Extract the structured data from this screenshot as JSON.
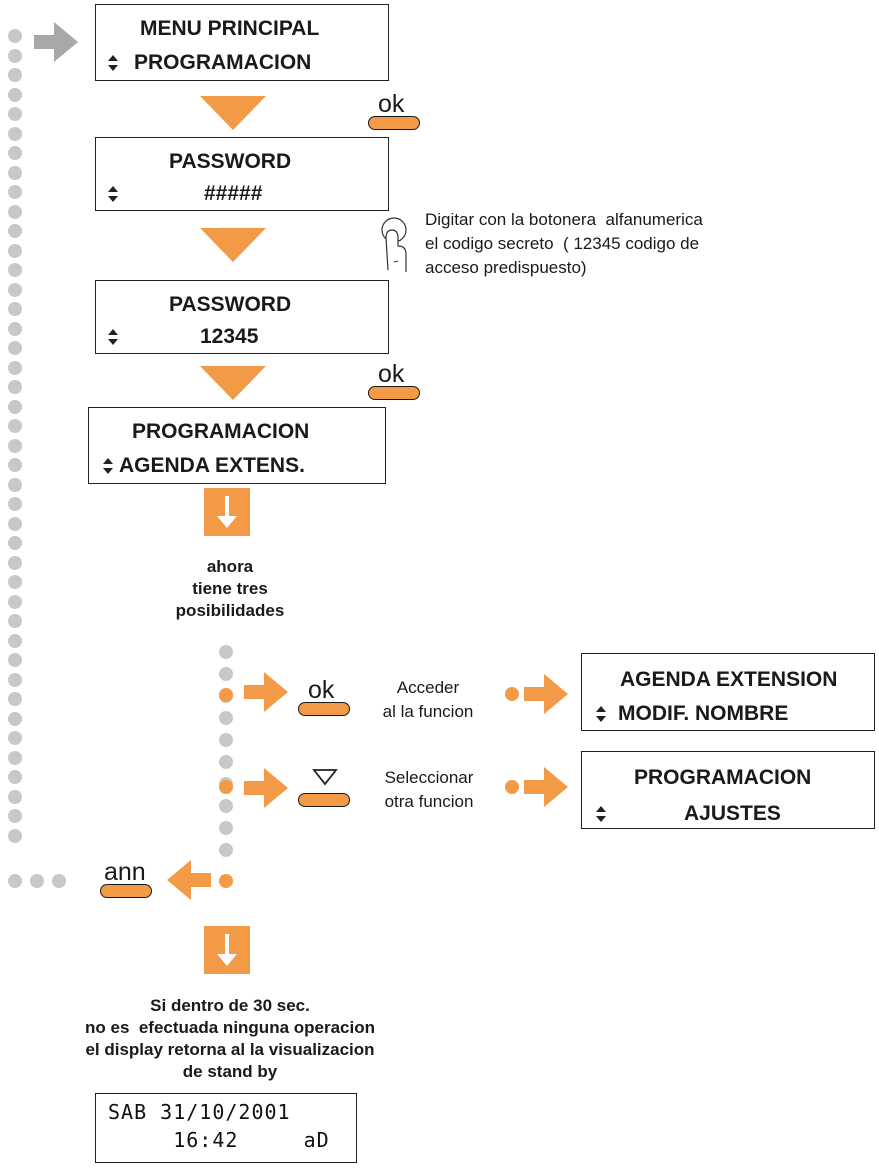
{
  "displays": {
    "main_menu": {
      "line1": "MENU PRINCIPAL",
      "line2": "PROGRAMACION"
    },
    "password_mask": {
      "line1": "PASSWORD",
      "line2": "#####"
    },
    "password_value": {
      "line1": "PASSWORD",
      "line2": "12345"
    },
    "programacion": {
      "line1": "PROGRAMACION",
      "line2": "AGENDA EXTENS."
    },
    "agenda_extension": {
      "line1": "AGENDA EXTENSION",
      "line2": "MODIF. NOMBRE"
    },
    "ajustes": {
      "line1": "PROGRAMACION",
      "line2": "AJUSTES"
    }
  },
  "keys": {
    "ok": "ok",
    "ann": "ann",
    "down": "▽"
  },
  "notes": {
    "password_hint": "Digitar con la botonera  alfanumerica\nel codigo secreto  ( 12345 codigo de\nacceso predispuesto)",
    "three_options": "ahora\ntiene tres\nposibilidades",
    "access_function": "Acceder\nal la funcion",
    "select_other": "Seleccionar\notra funcion",
    "timeout": "Si dentro de 30 sec.\nno es  efectuada ninguna operacion\nel display retorna al la visualizacion\nde stand by"
  },
  "standby_display": {
    "line1": "SAB 31/10/2001",
    "line2": "     16:42     aD"
  },
  "colors": {
    "accent": "#f29a45",
    "dot": "#c8c8c8",
    "arrow_gray": "#a8a8a8"
  },
  "icons": [
    "up-down-icon",
    "finger-press-icon",
    "down-triangle-icon",
    "arrow-right-icon",
    "arrow-left-icon",
    "arrow-down-icon"
  ]
}
